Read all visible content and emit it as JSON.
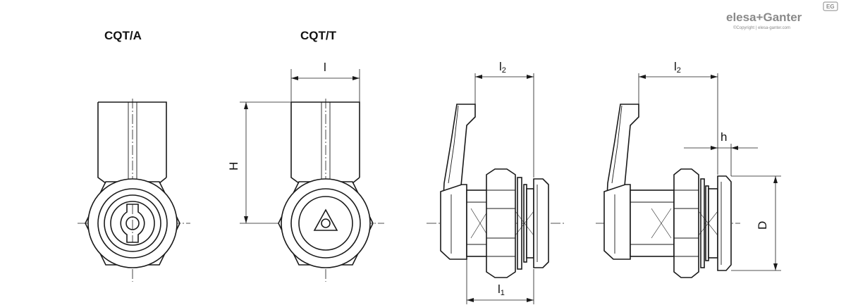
{
  "views": {
    "cqta": {
      "title": "CQT/A"
    },
    "cqtt": {
      "title": "CQT/T"
    }
  },
  "dimensions": {
    "l": "l",
    "H": "H",
    "l2_left": "l",
    "l2_left_sub": "2",
    "l2_right": "l",
    "l2_right_sub": "2",
    "l1": "l",
    "l1_sub": "1",
    "h": "h",
    "D": "D"
  },
  "brand": {
    "name": "elesa+Ganter",
    "copyright": "©Copyright | elesa-ganter.com",
    "badge": "EG"
  },
  "colors": {
    "line": "#1a1a1a",
    "brand": "#8a8a8a",
    "background": "#ffffff"
  }
}
